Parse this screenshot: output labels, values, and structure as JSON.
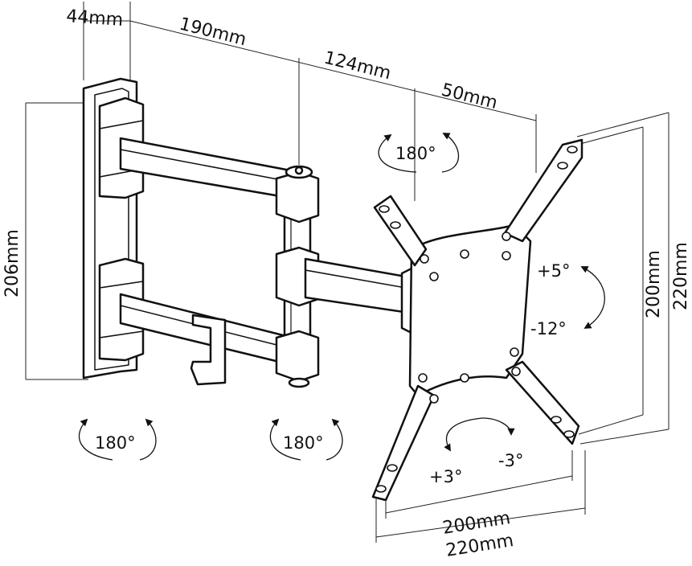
{
  "dimensions": {
    "wall_depth": "44mm",
    "arm_1": "190mm",
    "arm_2": "124mm",
    "arm_3": "50mm",
    "wall_plate_height": "206mm",
    "vesa_height_small": "200mm",
    "vesa_height_large": "220mm",
    "vesa_width_small": "200mm",
    "vesa_width_large": "220mm"
  },
  "rotations": {
    "head_swivel": "180°",
    "wall_joint": "180°",
    "elbow_joint": "180°"
  },
  "tilt": {
    "up": "+5°",
    "down": "-12°"
  },
  "level": {
    "plus": "+3°",
    "minus": "-3°"
  },
  "colors": {
    "line": "#111111",
    "background": "#ffffff"
  }
}
